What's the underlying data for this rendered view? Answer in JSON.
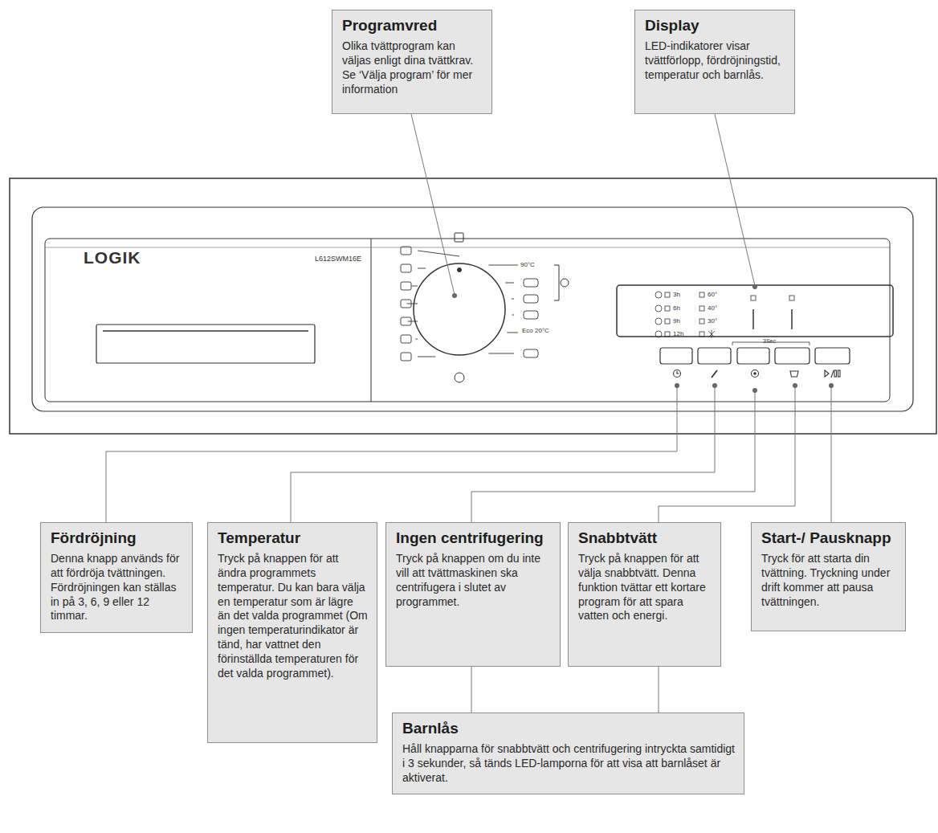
{
  "diagram": {
    "nodes": [
      {
        "text": [
          "Programvred",
          "Olika tvättprogram kan väljas enligt dina tvättkrav. Se ‘Välja program’ för mer information"
        ]
      },
      {
        "text": [
          "Display",
          "LED-indikatorer visar tvättförlopp, fördröjningstid, temperatur och barnlås."
        ]
      },
      {
        "text": [
          "Fördröjning",
          "Denna knapp används för att fördröja tvättningen. Fördröjningen kan ställas in på 3, 6, 9 eller 12 timmar."
        ]
      },
      {
        "text": [
          "Temperatur",
          "Tryck på knappen för att ändra programmets temperatur. Du kan bara välja en temperatur som är lägre än det valda programmet (Om ingen temperaturindikator är tänd, har vattnet den förinställda temperaturen för det valda programmet)."
        ]
      },
      {
        "text": [
          "Ingen centrifugering",
          "Tryck på knappen om du inte vill att tvättmaskinen ska centrifugera i slutet av programmet."
        ]
      },
      {
        "text": [
          "Snabbtvätt",
          "Tryck på knappen för att välja snabbtvätt. Denna funktion tvättar ett kortare program för att spara vatten och energi."
        ]
      },
      {
        "text": [
          "Start-/ Pausknapp",
          "Tryck för att starta din tvättning. Tryckning under drift kommer att pausa tvättningen."
        ]
      },
      {
        "text": [
          "Barnlås",
          "Håll knapparna för snabbtvätt och centrifugering intryckta samtidigt i 3 sekunder, så tänds LED-lamporna för att visa att barnlåset är aktiverat."
        ]
      }
    ],
    "edges": [
      {
        "from": 4,
        "to": 7,
        "arrow": "none"
      },
      {
        "from": 5,
        "to": 7,
        "arrow": "none"
      }
    ],
    "labels": [
      "LOGIK",
      "L612SWM16E",
      "90°C",
      "Eco 20°C",
      "3h",
      "6h",
      "9h",
      "12h",
      "60°",
      "40°",
      "30°",
      "3Sec"
    ]
  }
}
